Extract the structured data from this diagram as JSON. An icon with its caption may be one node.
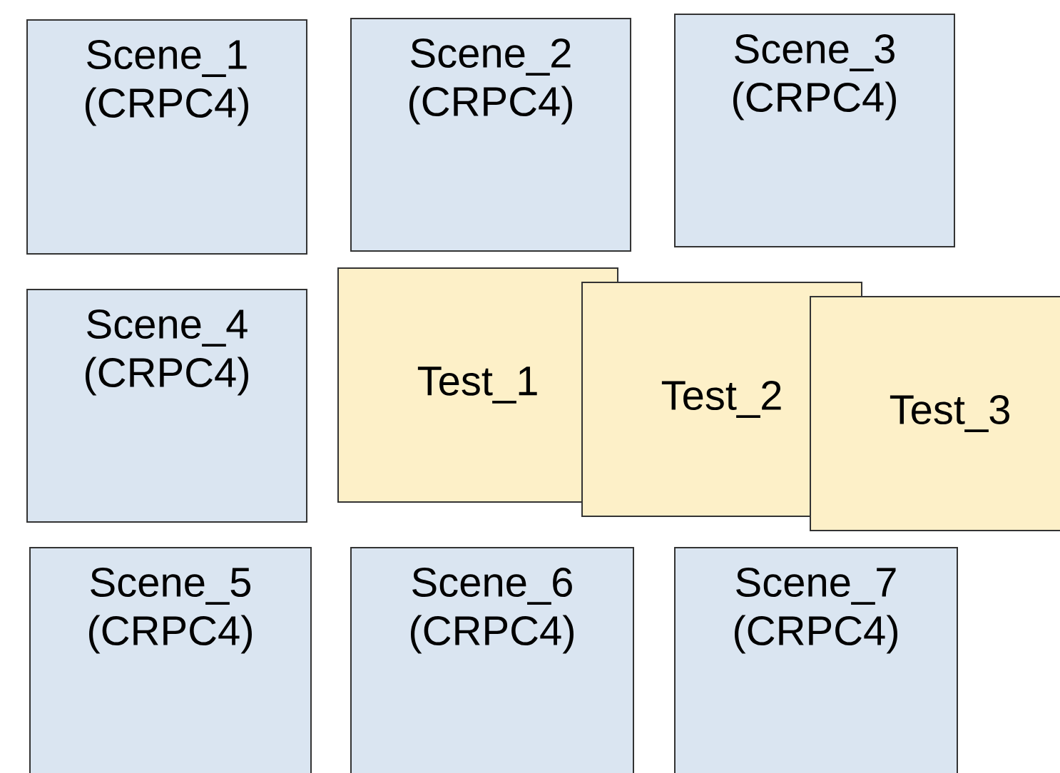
{
  "diagram": {
    "nodes": [
      {
        "text": [
          "Scene_1 (CRPC4)"
        ]
      },
      {
        "text": [
          "Scene_2 (CRPC4)"
        ]
      },
      {
        "text": [
          "Scene_3 (CRPC4)"
        ]
      },
      {
        "text": [
          "Scene_4 (CRPC4)"
        ]
      },
      {
        "text": [
          "Test_1"
        ]
      },
      {
        "text": [
          "Test_2"
        ]
      },
      {
        "text": [
          "Test_3"
        ]
      },
      {
        "text": [
          "Scene_5 (CRPC4)"
        ]
      },
      {
        "text": [
          "Scene_6 (CRPC4)"
        ]
      },
      {
        "text": [
          "Scene_7 (CRPC4)"
        ]
      }
    ]
  }
}
